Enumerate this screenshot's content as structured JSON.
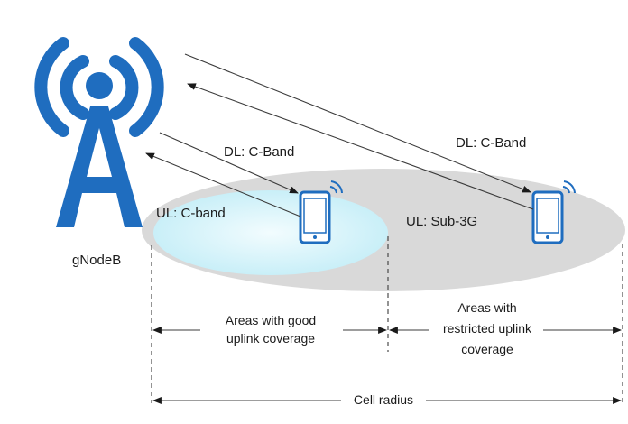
{
  "diagram": {
    "base_station_label": "gNodeB",
    "links": {
      "dl_near": "DL: C-Band",
      "ul_near": "UL: C-band",
      "dl_far": "DL: C-Band",
      "ul_far": "UL: Sub-3G"
    },
    "areas": {
      "good_line1": "Areas with good",
      "good_line2": "uplink coverage",
      "restricted_line1": "Areas with",
      "restricted_line2": "restricted uplink",
      "restricted_line3": "coverage"
    },
    "cell_radius_label": "Cell radius"
  },
  "colors": {
    "brand_blue": "#1f6dbf",
    "inner_coverage": "#d9f5fb",
    "outer_coverage": "#d9d9d9"
  },
  "icons": [
    "cell-tower-icon",
    "phone-near-icon",
    "phone-far-icon"
  ]
}
